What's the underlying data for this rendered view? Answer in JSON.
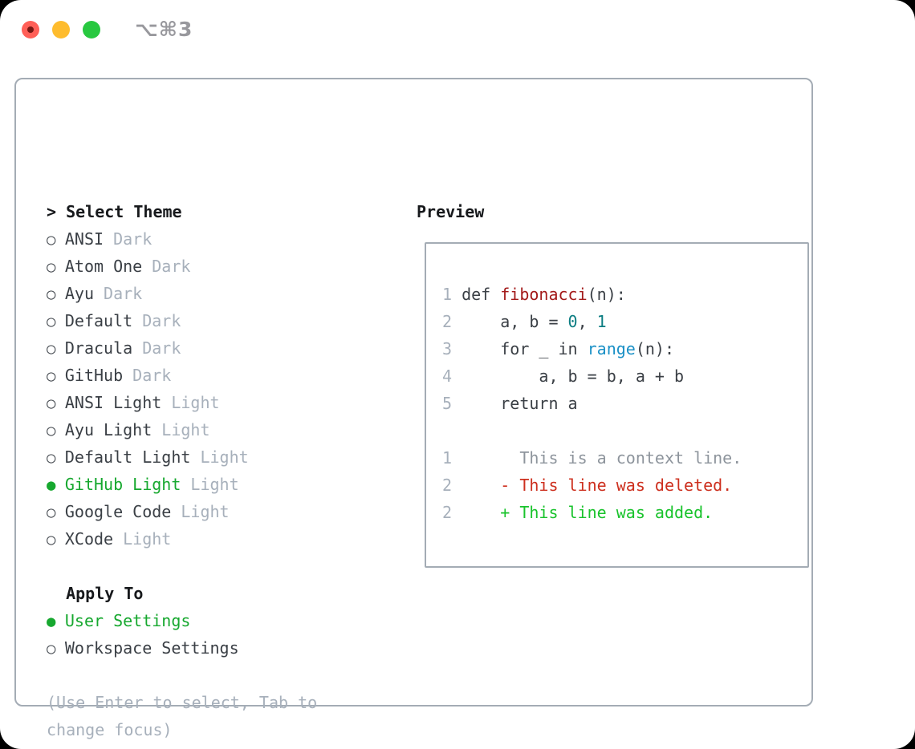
{
  "window": {
    "title": "⌥⌘3"
  },
  "traffic_lights": {
    "close_color": "#ff5f57",
    "minimize_color": "#febc2e",
    "maximize_color": "#28c840"
  },
  "markers": {
    "prompt": ">",
    "selected": "●",
    "unselected": "○"
  },
  "theme_panel": {
    "header": "Select Theme",
    "themes": [
      {
        "name": "ANSI",
        "variant": "Dark",
        "selected": false
      },
      {
        "name": "Atom One",
        "variant": "Dark",
        "selected": false
      },
      {
        "name": "Ayu",
        "variant": "Dark",
        "selected": false
      },
      {
        "name": "Default",
        "variant": "Dark",
        "selected": false
      },
      {
        "name": "Dracula",
        "variant": "Dark",
        "selected": false
      },
      {
        "name": "GitHub",
        "variant": "Dark",
        "selected": false
      },
      {
        "name": "ANSI Light",
        "variant": "Light",
        "selected": false
      },
      {
        "name": "Ayu Light",
        "variant": "Light",
        "selected": false
      },
      {
        "name": "Default Light",
        "variant": "Light",
        "selected": false
      },
      {
        "name": "GitHub Light",
        "variant": "Light",
        "selected": true
      },
      {
        "name": "Google Code",
        "variant": "Light",
        "selected": false
      },
      {
        "name": "XCode",
        "variant": "Light",
        "selected": false
      }
    ],
    "apply_to": {
      "header": "Apply To",
      "options": [
        {
          "label": "User Settings",
          "selected": true
        },
        {
          "label": "Workspace Settings",
          "selected": false
        }
      ]
    },
    "hint_lines": [
      "(Use Enter to select, Tab to",
      "change focus)"
    ]
  },
  "preview": {
    "header": "Preview",
    "code_lines": [
      {
        "num": "1",
        "segments": [
          {
            "t": "def ",
            "c": "default"
          },
          {
            "t": "fibonacci",
            "c": "func"
          },
          {
            "t": "(n):",
            "c": "default"
          }
        ]
      },
      {
        "num": "2",
        "segments": [
          {
            "t": "    a, b = ",
            "c": "default"
          },
          {
            "t": "0",
            "c": "number"
          },
          {
            "t": ", ",
            "c": "default"
          },
          {
            "t": "1",
            "c": "number"
          }
        ]
      },
      {
        "num": "3",
        "segments": [
          {
            "t": "    for _ in ",
            "c": "default"
          },
          {
            "t": "range",
            "c": "builtin"
          },
          {
            "t": "(n):",
            "c": "default"
          }
        ]
      },
      {
        "num": "4",
        "segments": [
          {
            "t": "        a, b = b, a + b",
            "c": "default"
          }
        ]
      },
      {
        "num": "5",
        "segments": [
          {
            "t": "    return a",
            "c": "default"
          }
        ]
      },
      {
        "num": "",
        "segments": []
      },
      {
        "num": "1",
        "segments": [
          {
            "t": "      This is a context line.",
            "c": "context"
          }
        ]
      },
      {
        "num": "2",
        "segments": [
          {
            "t": "    - This line was deleted.",
            "c": "deleted"
          }
        ]
      },
      {
        "num": "2",
        "segments": [
          {
            "t": "    + This line was added.",
            "c": "added"
          }
        ]
      }
    ]
  },
  "colors": {
    "window_background": "#ffffff",
    "page_background": "#000000",
    "panel_border": "#a4acb5",
    "header_text": "#17191c",
    "item_text": "#3a3f45",
    "muted_text": "#a7b0bb",
    "selection_green": "#17a82f",
    "title_gray": "#98989d",
    "code_function_red": "#a31a1a",
    "code_number_teal": "#0c7d82",
    "code_builtin_blue": "#1a90c6",
    "diff_context_gray": "#8d949c",
    "diff_deleted_red": "#cd2f1e",
    "diff_added_green": "#19c32c"
  }
}
